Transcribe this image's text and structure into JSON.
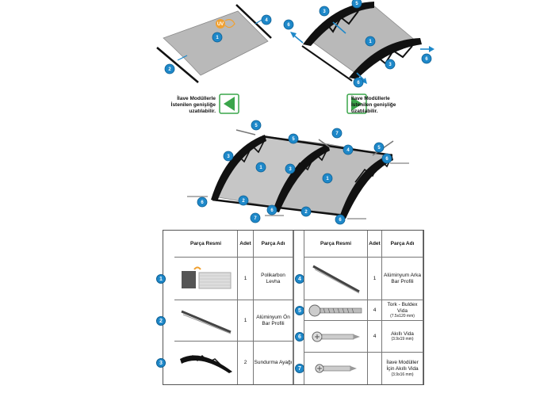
{
  "extension_note_left": [
    "İlave Modüllerle",
    "İstenilen genişliğe",
    "uzatılabilir."
  ],
  "extension_note_right": [
    "İlave Modüllerle",
    "İstenilen genişliğe",
    "uzatılabilir."
  ],
  "uv_badge": "UV",
  "callouts": [
    "1",
    "2",
    "3",
    "4",
    "5",
    "6",
    "7"
  ],
  "table": {
    "headers_left": {
      "image": "Parça Resmi",
      "qty": "Adet",
      "name": "Parça Adı"
    },
    "headers_right": {
      "image": "Parça Resmi",
      "qty": "Adet",
      "name": "Parça Adı"
    },
    "rows_left": [
      {
        "num": "1",
        "qty": "1",
        "name": "Polikarbon Levha",
        "sub": ""
      },
      {
        "num": "2",
        "qty": "1",
        "name": "Alüminyum Ön Bar Profili",
        "sub": ""
      },
      {
        "num": "3",
        "qty": "2",
        "name": "Sundurma Ayağı",
        "sub": ""
      }
    ],
    "rows_right": [
      {
        "num": "4",
        "qty": "1",
        "name": "Alüminyum Arka Bar Profili",
        "sub": ""
      },
      {
        "num": "5",
        "qty": "4",
        "name": "Tork - Buldex Vida",
        "sub": "(7.5x120 mm)"
      },
      {
        "num": "6",
        "qty": "4",
        "name": "Akıllı Vida",
        "sub": "(3.9x19 mm)"
      },
      {
        "num": "7",
        "qty": "",
        "name": "İlave Modüller İçin Akıllı Vida",
        "sub": "(3.9x16 mm)"
      }
    ]
  },
  "colors": {
    "accent_blue": "#1e88c9",
    "green_arrow": "#3aa54a",
    "sheet_gray": "#b9b9b9",
    "uv_orange": "#f0a030"
  }
}
